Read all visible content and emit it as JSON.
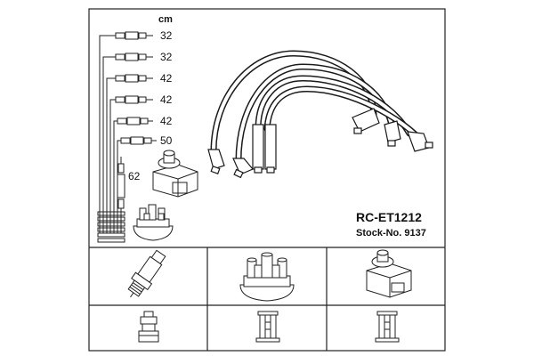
{
  "diagram": {
    "unit_label": "cm",
    "wire_lengths": [
      "32",
      "32",
      "42",
      "42",
      "42",
      "50",
      "62"
    ],
    "product_code": "RC-ET1212",
    "stock_number": "Stock-No. 9137"
  },
  "icons": {
    "cable_set": "ignition-cable-set-icon",
    "coil": "ignition-coil-icon",
    "distributor_cap": "distributor-cap-icon",
    "spark_plug": "spark-plug-icon",
    "plug_terminal": "spark-plug-terminal-icon",
    "cap_terminal": "distributor-terminal-icon",
    "coil_terminal": "coil-terminal-icon"
  },
  "colors": {
    "line": "#222222",
    "cable": "#1a1a1a",
    "background": "#ffffff"
  }
}
